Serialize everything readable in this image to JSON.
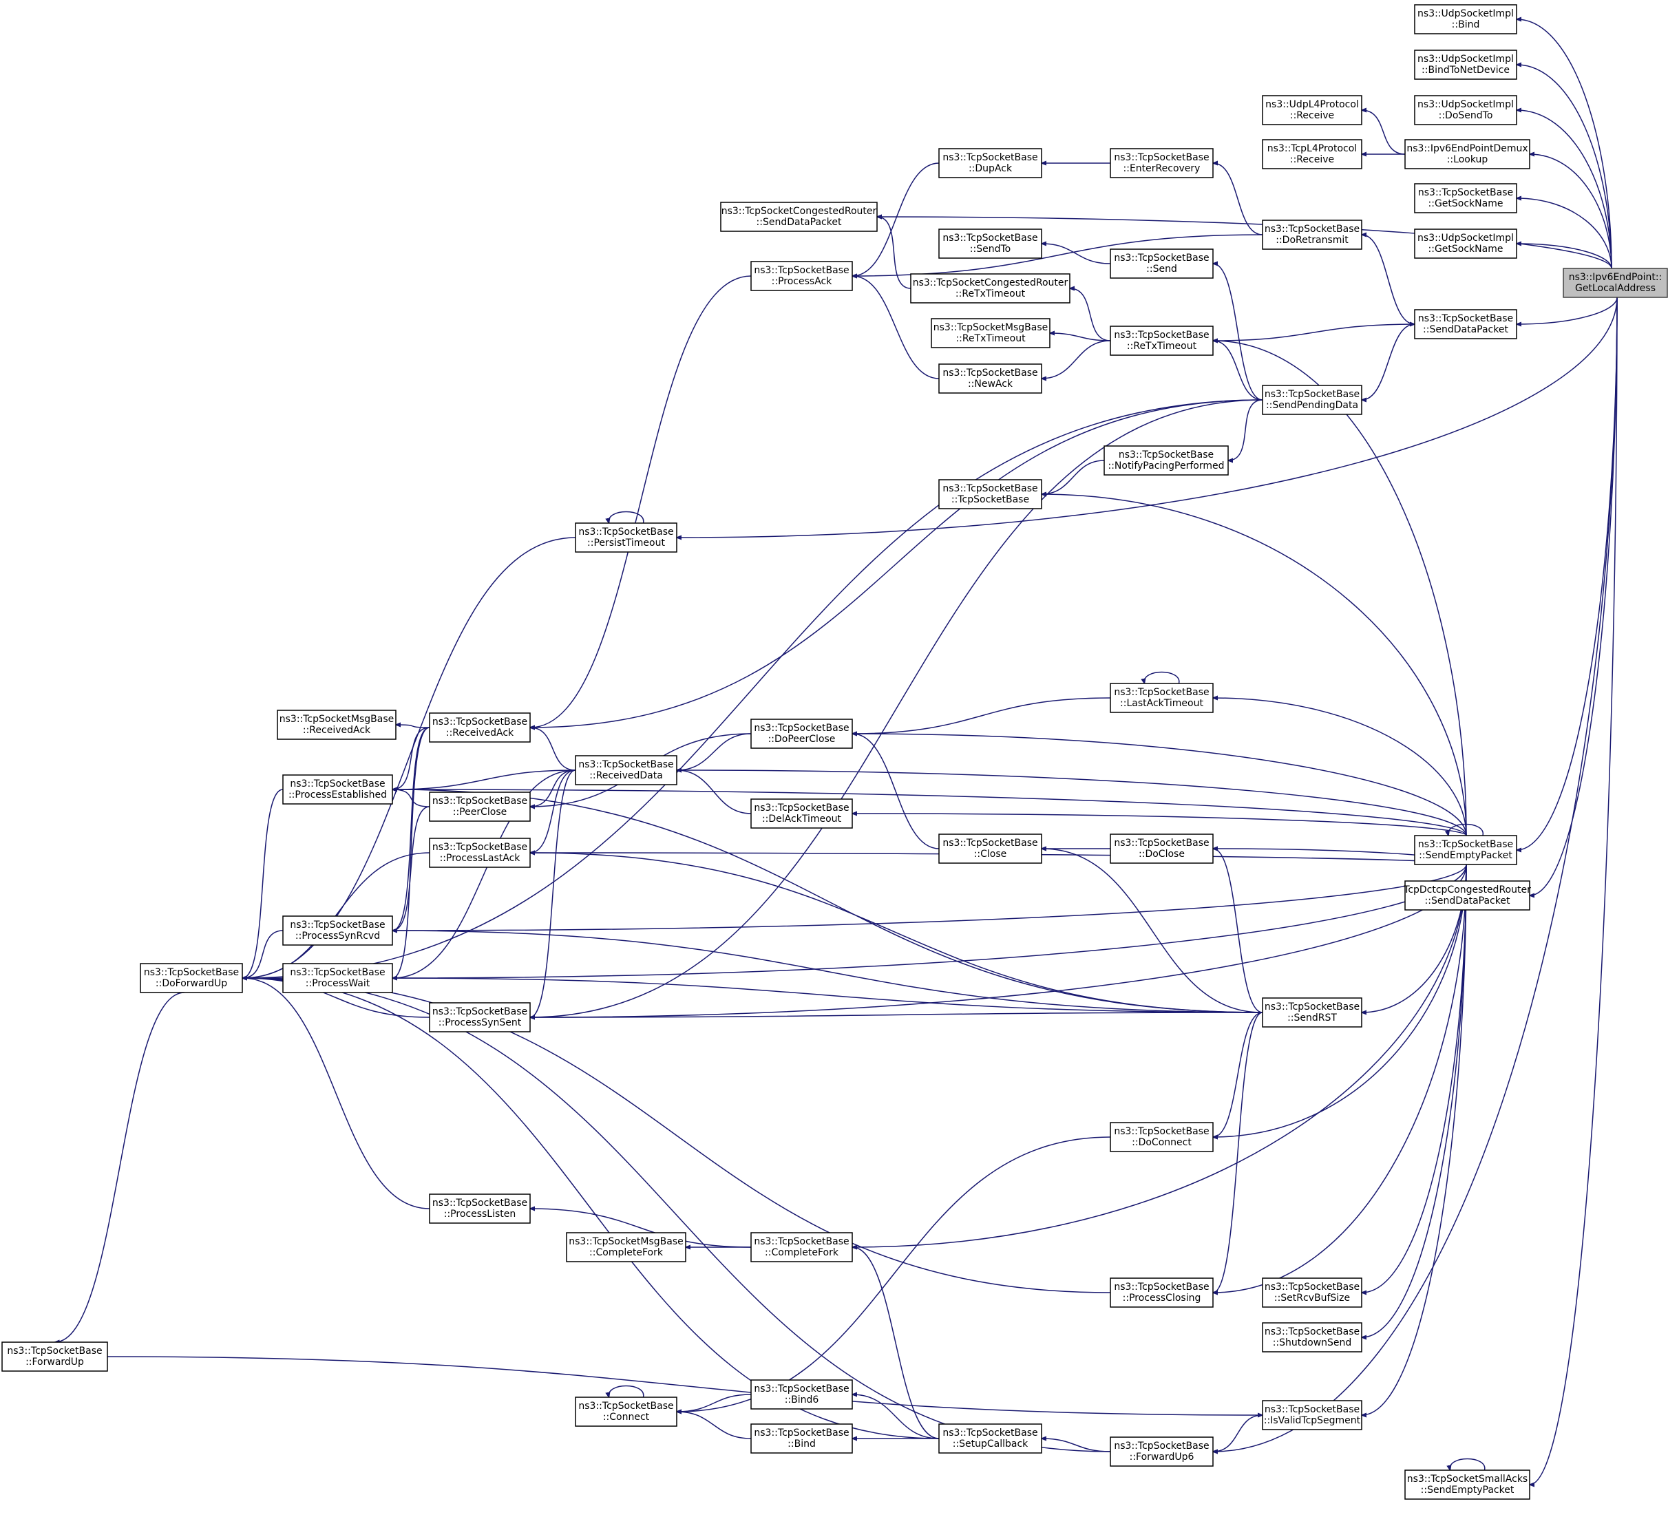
{
  "nodes": [
    {
      "id": "root",
      "lines": [
        "ns3::Ipv6EndPoint::",
        "GetLocalAddress"
      ]
    },
    {
      "id": "udpBind",
      "lines": [
        "ns3::UdpSocketImpl",
        "::Bind"
      ]
    },
    {
      "id": "udpBindNet",
      "lines": [
        "ns3::UdpSocketImpl",
        "::BindToNetDevice"
      ]
    },
    {
      "id": "udpDoSendTo",
      "lines": [
        "ns3::UdpSocketImpl",
        "::DoSendTo"
      ]
    },
    {
      "id": "udpL4Recv",
      "lines": [
        "ns3::UdpL4Protocol",
        "::Receive"
      ]
    },
    {
      "id": "tcpL4Recv",
      "lines": [
        "ns3::TcpL4Protocol",
        "::Receive"
      ]
    },
    {
      "id": "demuxLookup",
      "lines": [
        "ns3::Ipv6EndPointDemux",
        "::Lookup"
      ]
    },
    {
      "id": "tcpGetSockName",
      "lines": [
        "ns3::TcpSocketBase",
        "::GetSockName"
      ]
    },
    {
      "id": "udpGetSockName",
      "lines": [
        "ns3::UdpSocketImpl",
        "::GetSockName"
      ]
    },
    {
      "id": "sendDataPacket",
      "lines": [
        "ns3::TcpSocketBase",
        "::SendDataPacket"
      ]
    },
    {
      "id": "sendEmptyPacket",
      "lines": [
        "ns3::TcpSocketBase",
        "::SendEmptyPacket"
      ]
    },
    {
      "id": "dctcpSend",
      "lines": [
        "TcpDctcpCongestedRouter",
        "::SendDataPacket"
      ]
    },
    {
      "id": "smallAcks",
      "lines": [
        "ns3::TcpSocketSmallAcks",
        "::SendEmptyPacket"
      ]
    },
    {
      "id": "dupAck",
      "lines": [
        "ns3::TcpSocketBase",
        "::DupAck"
      ]
    },
    {
      "id": "enterRecovery",
      "lines": [
        "ns3::TcpSocketBase",
        "::EnterRecovery"
      ]
    },
    {
      "id": "doRetransmit",
      "lines": [
        "ns3::TcpSocketBase",
        "::DoRetransmit"
      ]
    },
    {
      "id": "congSend",
      "lines": [
        "ns3::TcpSocketCongestedRouter",
        "::SendDataPacket"
      ]
    },
    {
      "id": "processAck",
      "lines": [
        "ns3::TcpSocketBase",
        "::ProcessAck"
      ]
    },
    {
      "id": "sendTo",
      "lines": [
        "ns3::TcpSocketBase",
        "::SendTo"
      ]
    },
    {
      "id": "send",
      "lines": [
        "ns3::TcpSocketBase",
        "::Send"
      ]
    },
    {
      "id": "congReTx",
      "lines": [
        "ns3::TcpSocketCongestedRouter",
        "::ReTxTimeout"
      ]
    },
    {
      "id": "msgReTx",
      "lines": [
        "ns3::TcpSocketMsgBase",
        "::ReTxTimeout"
      ]
    },
    {
      "id": "reTx",
      "lines": [
        "ns3::TcpSocketBase",
        "::ReTxTimeout"
      ]
    },
    {
      "id": "newAck",
      "lines": [
        "ns3::TcpSocketBase",
        "::NewAck"
      ]
    },
    {
      "id": "sendPending",
      "lines": [
        "ns3::TcpSocketBase",
        "::SendPendingData"
      ]
    },
    {
      "id": "notifyPacing",
      "lines": [
        "ns3::TcpSocketBase",
        "::NotifyPacingPerformed"
      ]
    },
    {
      "id": "ctor",
      "lines": [
        "ns3::TcpSocketBase",
        "::TcpSocketBase"
      ]
    },
    {
      "id": "persist",
      "lines": [
        "ns3::TcpSocketBase",
        "::PersistTimeout"
      ]
    },
    {
      "id": "lastAckTimeout",
      "lines": [
        "ns3::TcpSocketBase",
        "::LastAckTimeout"
      ]
    },
    {
      "id": "msgRecvAck",
      "lines": [
        "ns3::TcpSocketMsgBase",
        "::ReceivedAck"
      ]
    },
    {
      "id": "receivedAck",
      "lines": [
        "ns3::TcpSocketBase",
        "::ReceivedAck"
      ]
    },
    {
      "id": "doPeerClose",
      "lines": [
        "ns3::TcpSocketBase",
        "::DoPeerClose"
      ]
    },
    {
      "id": "receivedData",
      "lines": [
        "ns3::TcpSocketBase",
        "::ReceivedData"
      ]
    },
    {
      "id": "procEst",
      "lines": [
        "ns3::TcpSocketBase",
        "::ProcessEstablished"
      ]
    },
    {
      "id": "peerClose",
      "lines": [
        "ns3::TcpSocketBase",
        "::PeerClose"
      ]
    },
    {
      "id": "delAck",
      "lines": [
        "ns3::TcpSocketBase",
        "::DelAckTimeout"
      ]
    },
    {
      "id": "procLastAck",
      "lines": [
        "ns3::TcpSocketBase",
        "::ProcessLastAck"
      ]
    },
    {
      "id": "close",
      "lines": [
        "ns3::TcpSocketBase",
        "::Close"
      ]
    },
    {
      "id": "doClose",
      "lines": [
        "ns3::TcpSocketBase",
        "::DoClose"
      ]
    },
    {
      "id": "procSynRcvd",
      "lines": [
        "ns3::TcpSocketBase",
        "::ProcessSynRcvd"
      ]
    },
    {
      "id": "doForwardUp",
      "lines": [
        "ns3::TcpSocketBase",
        "::DoForwardUp"
      ]
    },
    {
      "id": "procWait",
      "lines": [
        "ns3::TcpSocketBase",
        "::ProcessWait"
      ]
    },
    {
      "id": "procSynSent",
      "lines": [
        "ns3::TcpSocketBase",
        "::ProcessSynSent"
      ]
    },
    {
      "id": "sendRST",
      "lines": [
        "ns3::TcpSocketBase",
        "::SendRST"
      ]
    },
    {
      "id": "doConnect",
      "lines": [
        "ns3::TcpSocketBase",
        "::DoConnect"
      ]
    },
    {
      "id": "procListen",
      "lines": [
        "ns3::TcpSocketBase",
        "::ProcessListen"
      ]
    },
    {
      "id": "msgCompleteFork",
      "lines": [
        "ns3::TcpSocketMsgBase",
        "::CompleteFork"
      ]
    },
    {
      "id": "completeFork",
      "lines": [
        "ns3::TcpSocketBase",
        "::CompleteFork"
      ]
    },
    {
      "id": "procClosing",
      "lines": [
        "ns3::TcpSocketBase",
        "::ProcessClosing"
      ]
    },
    {
      "id": "setRcvBuf",
      "lines": [
        "ns3::TcpSocketBase",
        "::SetRcvBufSize"
      ]
    },
    {
      "id": "shutdownSend",
      "lines": [
        "ns3::TcpSocketBase",
        "::ShutdownSend"
      ]
    },
    {
      "id": "forwardUp",
      "lines": [
        "ns3::TcpSocketBase",
        "::ForwardUp"
      ]
    },
    {
      "id": "isValid",
      "lines": [
        "ns3::TcpSocketBase",
        "::IsValidTcpSegment"
      ]
    },
    {
      "id": "connect",
      "lines": [
        "ns3::TcpSocketBase",
        "::Connect"
      ]
    },
    {
      "id": "bind6",
      "lines": [
        "ns3::TcpSocketBase",
        "::Bind6"
      ]
    },
    {
      "id": "bind",
      "lines": [
        "ns3::TcpSocketBase",
        "::Bind"
      ]
    },
    {
      "id": "setupCb",
      "lines": [
        "ns3::TcpSocketBase",
        "::SetupCallback"
      ]
    },
    {
      "id": "forwardUp6",
      "lines": [
        "ns3::TcpSocketBase",
        "::ForwardUp6"
      ]
    }
  ],
  "edges": [
    [
      "udpBind",
      "root"
    ],
    [
      "udpBindNet",
      "root"
    ],
    [
      "udpDoSendTo",
      "root"
    ],
    [
      "udpL4Recv",
      "demuxLookup"
    ],
    [
      "tcpL4Recv",
      "demuxLookup"
    ],
    [
      "demuxLookup",
      "root"
    ],
    [
      "tcpGetSockName",
      "root"
    ],
    [
      "udpGetSockName",
      "root"
    ],
    [
      "sendDataPacket",
      "root"
    ],
    [
      "sendEmptyPacket",
      "root"
    ],
    [
      "dctcpSend",
      "root"
    ],
    [
      "smallAcks",
      "root"
    ],
    [
      "congSend",
      "root"
    ],
    [
      "persist",
      "root"
    ],
    [
      "forwardUp6",
      "root"
    ],
    [
      "dupAck",
      "enterRecovery"
    ],
    [
      "enterRecovery",
      "doRetransmit"
    ],
    [
      "doRetransmit",
      "sendDataPacket"
    ],
    [
      "processAck",
      "doRetransmit"
    ],
    [
      "processAck",
      "dupAck"
    ],
    [
      "congSend",
      "congReTx"
    ],
    [
      "sendTo",
      "send"
    ],
    [
      "send",
      "sendPending"
    ],
    [
      "congReTx",
      "reTx"
    ],
    [
      "msgReTx",
      "reTx"
    ],
    [
      "newAck",
      "reTx"
    ],
    [
      "processAck",
      "newAck"
    ],
    [
      "sendDataPacket",
      "reTx"
    ],
    [
      "reTx",
      "sendPending"
    ],
    [
      "sendPending",
      "sendDataPacket"
    ],
    [
      "ctor",
      "notifyPacing"
    ],
    [
      "notifyPacing",
      "sendPending"
    ],
    [
      "receivedAck",
      "processAck"
    ],
    [
      "receivedAck",
      "sendPending"
    ],
    [
      "doForwardUp",
      "sendPending"
    ],
    [
      "procSynSent",
      "sendPending"
    ],
    [
      "doForwardUp",
      "persist"
    ],
    [
      "persist",
      "persist"
    ],
    [
      "lastAckTimeout",
      "lastAckTimeout"
    ],
    [
      "doPeerClose",
      "lastAckTimeout"
    ],
    [
      "msgRecvAck",
      "receivedAck"
    ],
    [
      "procEst",
      "receivedAck"
    ],
    [
      "procSynRcvd",
      "receivedAck"
    ],
    [
      "procWait",
      "receivedAck"
    ],
    [
      "receivedAck",
      "receivedData"
    ],
    [
      "procEst",
      "receivedData"
    ],
    [
      "peerClose",
      "receivedData"
    ],
    [
      "procLastAck",
      "receivedData"
    ],
    [
      "procWait",
      "receivedData"
    ],
    [
      "procSynSent",
      "receivedData"
    ],
    [
      "receivedData",
      "doPeerClose"
    ],
    [
      "peerClose",
      "doPeerClose"
    ],
    [
      "receivedData",
      "delAck"
    ],
    [
      "procEst",
      "peerClose"
    ],
    [
      "procSynRcvd",
      "peerClose"
    ],
    [
      "doPeerClose",
      "close"
    ],
    [
      "close",
      "doClose"
    ],
    [
      "doForwardUp",
      "procEst"
    ],
    [
      "doForwardUp",
      "procLastAck"
    ],
    [
      "doForwardUp",
      "procSynRcvd"
    ],
    [
      "doForwardUp",
      "procWait"
    ],
    [
      "doForwardUp",
      "procSynSent"
    ],
    [
      "doForwardUp",
      "procListen"
    ],
    [
      "doForwardUp",
      "procClosing"
    ],
    [
      "doForwardUp",
      "setupCb"
    ],
    [
      "doForwardUp",
      "forwardUp6"
    ],
    [
      "forwardUp",
      "doForwardUp"
    ],
    [
      "procListen",
      "completeFork"
    ],
    [
      "msgCompleteFork",
      "completeFork"
    ],
    [
      "completeFork",
      "setupCb"
    ],
    [
      "connect",
      "connect"
    ],
    [
      "connect",
      "bind6"
    ],
    [
      "connect",
      "bind"
    ],
    [
      "connect",
      "doConnect"
    ],
    [
      "bind6",
      "setupCb"
    ],
    [
      "bind",
      "setupCb"
    ],
    [
      "setupCb",
      "forwardUp6"
    ],
    [
      "forwardUp6",
      "isValid"
    ],
    [
      "isValid",
      "forwardUp"
    ],
    [
      "close",
      "sendRST"
    ],
    [
      "doClose",
      "sendRST"
    ],
    [
      "procEst",
      "sendRST"
    ],
    [
      "procLastAck",
      "sendRST"
    ],
    [
      "procSynRcvd",
      "sendRST"
    ],
    [
      "procWait",
      "sendRST"
    ],
    [
      "procSynSent",
      "sendRST"
    ],
    [
      "doConnect",
      "sendRST"
    ],
    [
      "procClosing",
      "sendRST"
    ],
    [
      "sendRST",
      "sendEmptyPacket"
    ],
    [
      "sendEmptyPacket",
      "sendEmptyPacket"
    ],
    [
      "smallAcks",
      "smallAcks"
    ],
    [
      "lastAckTimeout",
      "sendEmptyPacket"
    ],
    [
      "doPeerClose",
      "sendEmptyPacket"
    ],
    [
      "receivedData",
      "sendEmptyPacket"
    ],
    [
      "delAck",
      "sendEmptyPacket"
    ],
    [
      "doClose",
      "sendEmptyPacket"
    ],
    [
      "procLastAck",
      "sendEmptyPacket"
    ],
    [
      "procSynRcvd",
      "sendEmptyPacket"
    ],
    [
      "procSynSent",
      "sendEmptyPacket"
    ],
    [
      "procWait",
      "sendEmptyPacket"
    ],
    [
      "doConnect",
      "sendEmptyPacket"
    ],
    [
      "completeFork",
      "sendEmptyPacket"
    ],
    [
      "procClosing",
      "sendEmptyPacket"
    ],
    [
      "setRcvBuf",
      "sendEmptyPacket"
    ],
    [
      "shutdownSend",
      "sendEmptyPacket"
    ],
    [
      "isValid",
      "sendEmptyPacket"
    ],
    [
      "ctor",
      "sendEmptyPacket"
    ],
    [
      "reTx",
      "sendEmptyPacket"
    ],
    [
      "procEst",
      "sendEmptyPacket"
    ]
  ]
}
